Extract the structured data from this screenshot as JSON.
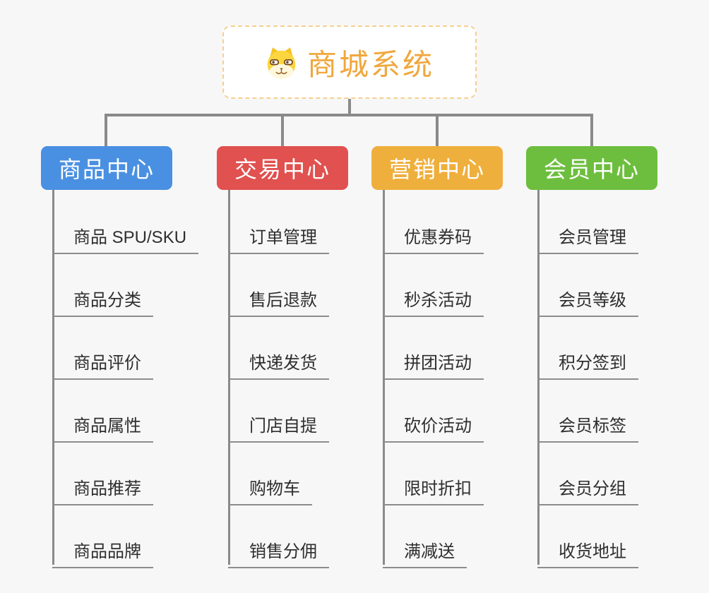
{
  "root": {
    "title": "商城系统",
    "icon": "dog-face-icon"
  },
  "branches": [
    {
      "id": "product-center",
      "label": "商品中心",
      "color": "#4a90e2",
      "children": [
        "商品 SPU/SKU",
        "商品分类",
        "商品评价",
        "商品属性",
        "商品推荐",
        "商品品牌"
      ]
    },
    {
      "id": "trade-center",
      "label": "交易中心",
      "color": "#e0514f",
      "children": [
        "订单管理",
        "售后退款",
        "快递发货",
        "门店自提",
        "购物车",
        "销售分佣"
      ]
    },
    {
      "id": "marketing-center",
      "label": "营销中心",
      "color": "#efaf3c",
      "children": [
        "优惠券码",
        "秒杀活动",
        "拼团活动",
        "砍价活动",
        "限时折扣",
        "满减送"
      ]
    },
    {
      "id": "member-center",
      "label": "会员中心",
      "color": "#6dbe3e",
      "children": [
        "会员管理",
        "会员等级",
        "积分签到",
        "会员标签",
        "会员分组",
        "收货地址"
      ]
    }
  ],
  "colors": {
    "background": "#f7f7f7",
    "connector": "#8a8a8a",
    "leaf_underline": "#8c8c8c",
    "leaf_text": "#2e2e2e",
    "root_text": "#f0a73d",
    "root_border": "#f6cf8e"
  }
}
